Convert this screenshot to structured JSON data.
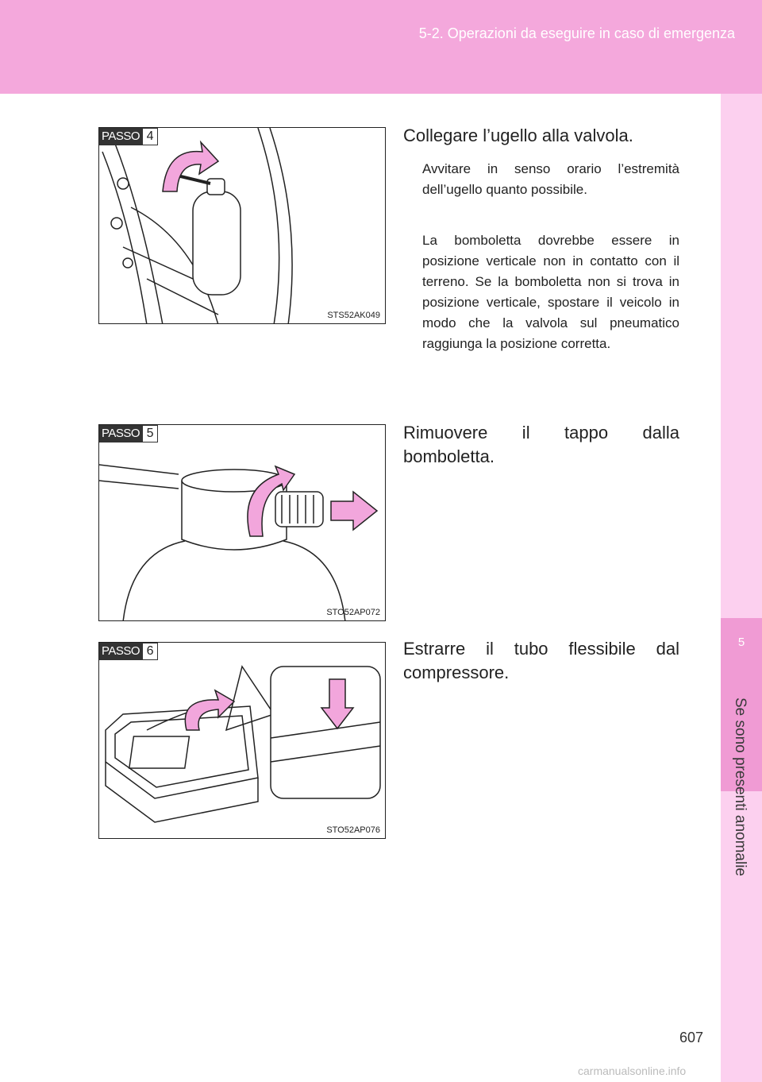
{
  "header": {
    "section": "5-2. Operazioni da eseguire in caso di emergenza"
  },
  "sidebar": {
    "chapter_number": "5",
    "chapter_title": "Se sono presenti anomalie"
  },
  "steps": [
    {
      "label": "PASSO",
      "number": "4",
      "figure_code": "STS52AK049",
      "title": "Collegare l’ugello alla valvola.",
      "paragraphs": [
        "Avvitare in senso orario l’estremità dell’ugello quanto possibile.",
        "La bomboletta dovrebbe essere in posizione verticale non in contatto con il terreno. Se la bomboletta non si trova in posizione verticale, spostare il veicolo in modo che la valvola sul pneumatico raggiunga la posizione corretta."
      ]
    },
    {
      "label": "PASSO",
      "number": "5",
      "figure_code": "STO52AP072",
      "title": "Rimuovere il tappo dalla bomboletta."
    },
    {
      "label": "PASSO",
      "number": "6",
      "figure_code": "STO52AP076",
      "title": "Estrarre il tubo flessibile dal compressore."
    }
  ],
  "page_number": "607",
  "watermark": "carmanualsonline.info",
  "colors": {
    "header": "#f4a8dc",
    "sidebar": "#fcd0ef",
    "tab": "#f09bd4",
    "arrow": "#f2a6dc"
  }
}
